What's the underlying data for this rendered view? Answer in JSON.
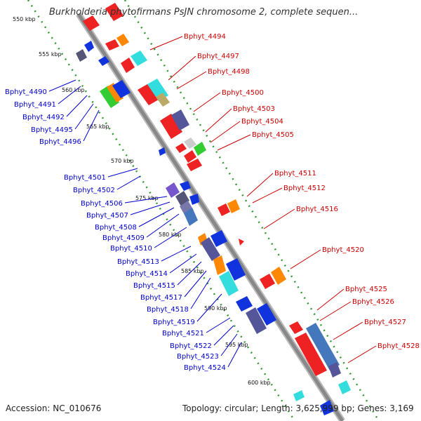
{
  "title": "Burkholderia phytofirmans PsJN chromosome 2, complete sequen...",
  "footer": {
    "accession": "Accession: NC_010676",
    "topology": "Topology: circular; Length: 3,625,999 bp; Genes: 3,169"
  },
  "colors": {
    "backbone": "#999999",
    "tick": "#339933",
    "right_label": "#cc0000",
    "left_label": "#0000cc"
  },
  "kbp_marks": [
    "550 kbp",
    "555 kbp",
    "560 kbp",
    "565 kbp",
    "570 kbp",
    "575 kbp",
    "580 kbp",
    "585 kbp",
    "590 kbp",
    "595 kbp",
    "600 kbp"
  ],
  "right_labels": [
    "Bphyt_4494",
    "Bphyt_4497",
    "Bphyt_4498",
    "Bphyt_4500",
    "Bphyt_4503",
    "Bphyt_4504",
    "Bphyt_4505",
    "Bphyt_4511",
    "Bphyt_4512",
    "Bphyt_4516",
    "Bphyt_4520",
    "Bphyt_4525",
    "Bphyt_4526",
    "Bphyt_4527",
    "Bphyt_4528"
  ],
  "left_labels": [
    "Bphyt_4490",
    "Bphyt_4491",
    "Bphyt_4492",
    "Bphyt_4495",
    "Bphyt_4496",
    "Bphyt_4501",
    "Bphyt_4502",
    "Bphyt_4506",
    "Bphyt_4507",
    "Bphyt_4508",
    "Bphyt_4509",
    "Bphyt_4510",
    "Bphyt_4513",
    "Bphyt_4514",
    "Bphyt_4515",
    "Bphyt_4517",
    "Bphyt_4518",
    "Bphyt_4519",
    "Bphyt_4521",
    "Bphyt_4522",
    "Bphyt_4523",
    "Bphyt_4524"
  ]
}
